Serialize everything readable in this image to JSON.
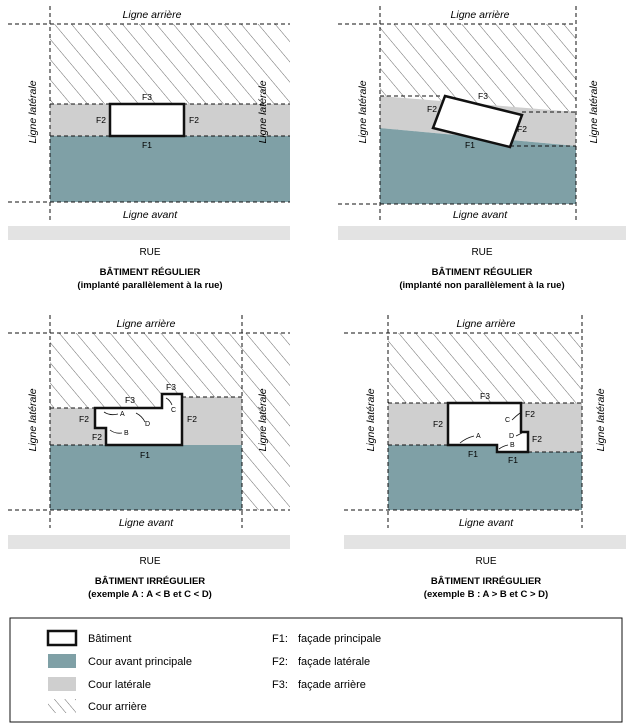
{
  "colors": {
    "front_yard": "#7fa0a6",
    "side_yard": "#cfcfcf",
    "street_band": "#e3e3e3",
    "hatch": "#666666",
    "building_fill": "#ffffff",
    "outline": "#111111"
  },
  "labels": {
    "rear_line": "Ligne arrière",
    "front_line": "Ligne avant",
    "side_line": "Ligne latérale",
    "street": "RUE",
    "F1": "F1",
    "F2": "F2",
    "F3": "F3",
    "A": "A",
    "B": "B",
    "C": "C",
    "D": "D"
  },
  "panels": [
    {
      "title": "BÂTIMENT RÉGULIER",
      "subtitle": "(implanté parallèlement à la rue)"
    },
    {
      "title": "BÂTIMENT RÉGULIER",
      "subtitle": "(implanté non parallèlement à la rue)"
    },
    {
      "title": "BÂTIMENT IRRÉGULIER",
      "subtitle": "(exemple A : A < B et C < D)"
    },
    {
      "title": "BÂTIMENT IRRÉGULIER",
      "subtitle": "(exemple B : A > B et C > D)"
    }
  ],
  "legend": {
    "items": [
      {
        "label": "Bâtiment",
        "icon": "building-swatch"
      },
      {
        "label": "Cour avant principale",
        "icon": "front-yard-swatch"
      },
      {
        "label": "Cour latérale",
        "icon": "side-yard-swatch"
      },
      {
        "label": "Cour arrière",
        "icon": "rear-yard-hatch-swatch"
      }
    ],
    "codes": [
      {
        "code": "F1:",
        "label": "façade principale"
      },
      {
        "code": "F2:",
        "label": "façade latérale"
      },
      {
        "code": "F3:",
        "label": "façade arrière"
      }
    ]
  }
}
